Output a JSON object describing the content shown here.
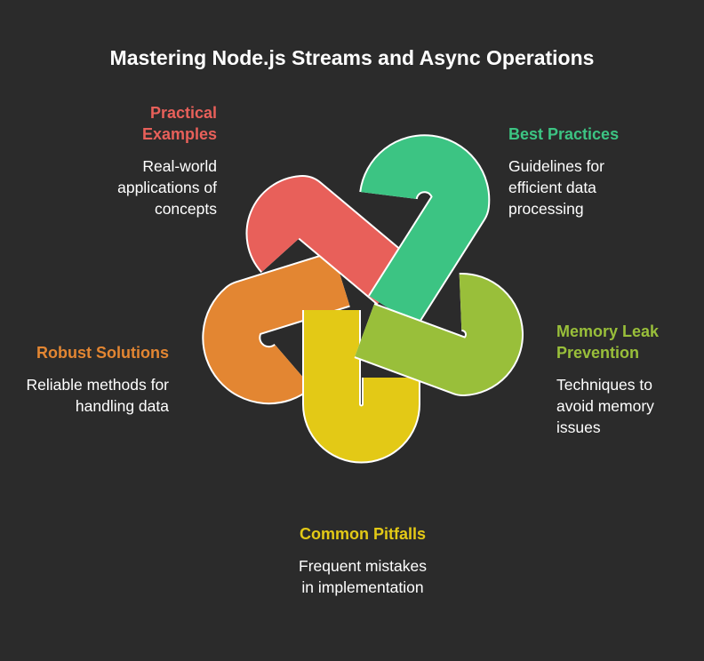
{
  "title": "Mastering Node.js Streams and Async Operations",
  "items": [
    {
      "label": "Practical Examples",
      "description": "Real-world applications of concepts",
      "color": "#e8605a"
    },
    {
      "label": "Best Practices",
      "description": "Guidelines for efficient data processing",
      "color": "#3cc483"
    },
    {
      "label": "Memory Leak Prevention",
      "description": "Techniques to avoid memory issues",
      "color": "#99bf3a"
    },
    {
      "label": "Common Pitfalls",
      "description": "Frequent mistakes in implementation",
      "color": "#e3c916"
    },
    {
      "label": "Robust Solutions",
      "description": "Reliable methods for handling data",
      "color": "#e38632"
    }
  ]
}
